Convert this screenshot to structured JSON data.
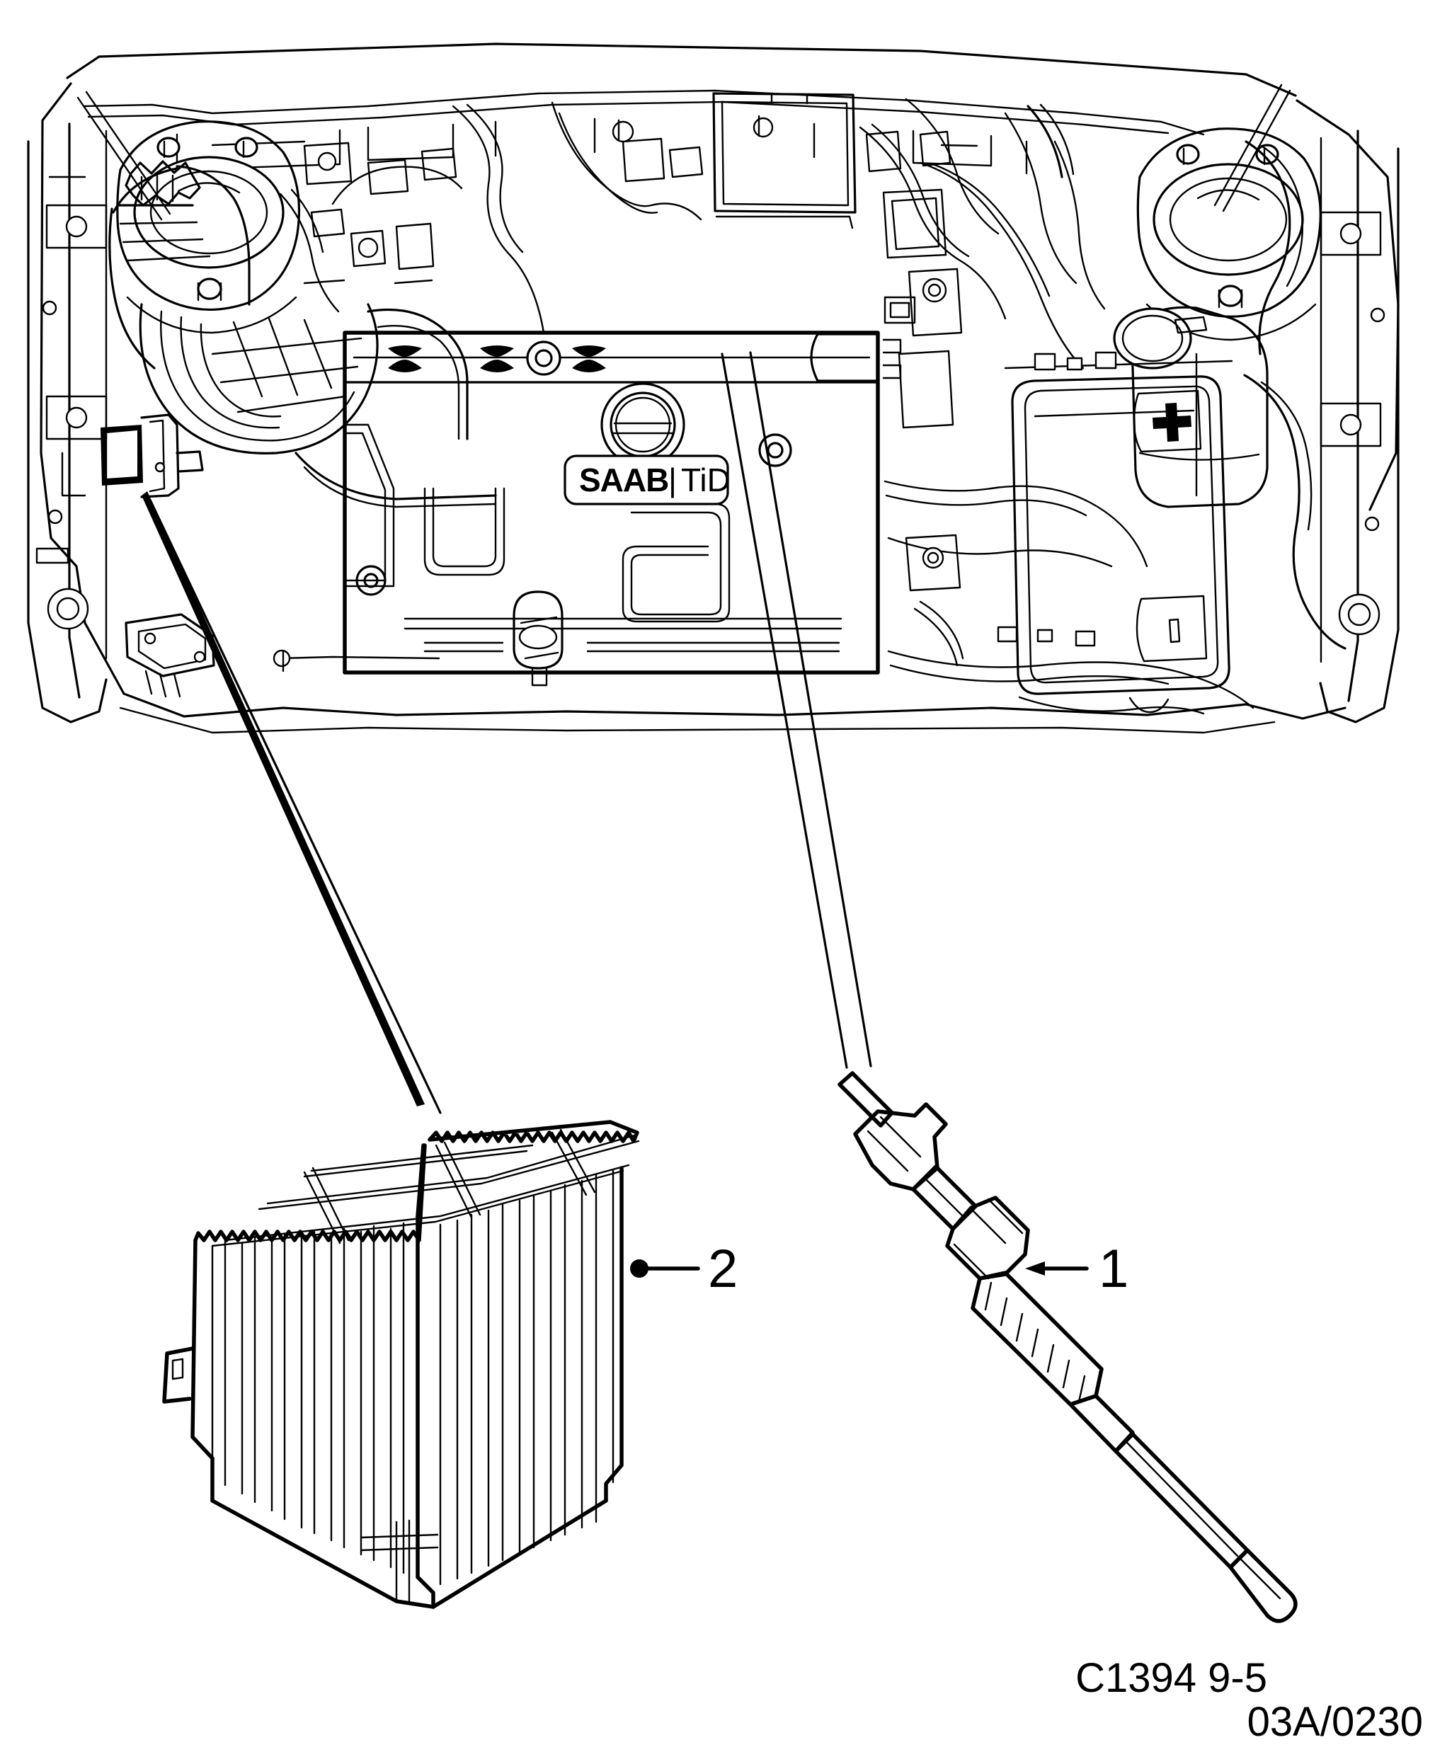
{
  "document": {
    "kind": "automotive-parts-illustration",
    "subject": "Glow plug and glow plug control unit location, engine compartment",
    "view": "engine bay top view with exploded detail parts"
  },
  "engine": {
    "badge": {
      "brand": "SAAB",
      "variant": "TiD",
      "separator": "|"
    }
  },
  "battery": {
    "terminal_positive": "+"
  },
  "callouts": [
    {
      "id": "1",
      "label": "1",
      "part_name": "glow-plug",
      "leader_origin": "engine cover glow plug ports",
      "leader_target": "glow plug detail"
    },
    {
      "id": "2",
      "label": "2",
      "part_name": "glow-plug-control-unit",
      "leader_origin": "left inner fender bracket",
      "leader_target": "control unit detail"
    }
  ],
  "caption": {
    "line1": "C1394 9-5",
    "line2": "03A/0230"
  },
  "colors": {
    "ink": "#000000",
    "paper": "#ffffff"
  }
}
